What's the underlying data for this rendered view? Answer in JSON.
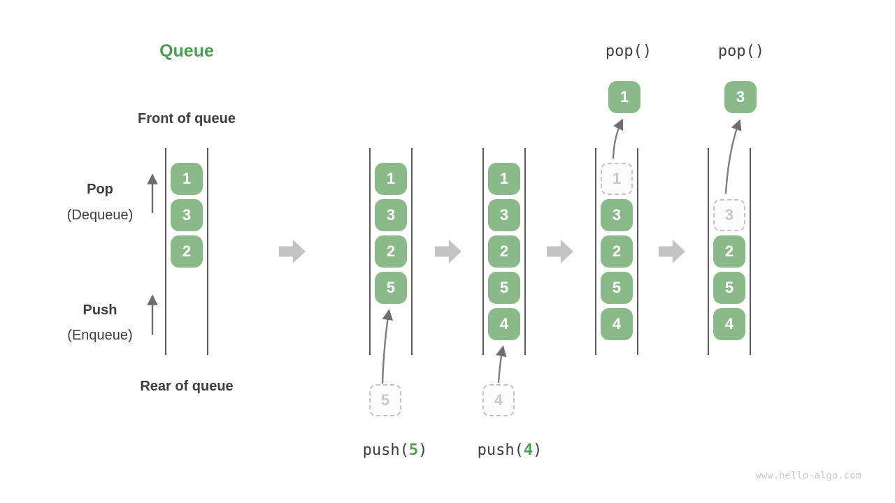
{
  "title": "Queue",
  "labels": {
    "front": "Front of queue",
    "rear": "Rear of queue",
    "pop": "Pop",
    "pop_sub": "(Dequeue)",
    "push": "Push",
    "push_sub": "(Enqueue)"
  },
  "watermark": "www.hello-algo.com",
  "colors": {
    "green_box": "#8aba8a",
    "green_dark": "#4d9e53",
    "dark_text": "#3d3d3d",
    "rail": "#5c5c5c",
    "block_arrow": "#c3c3c3",
    "thin_arrow": "#7d7d7d",
    "ghost_border": "#c5c5c5",
    "ghost_text": "#c9c9c9"
  },
  "stages": [
    {
      "name": "initial",
      "boxes": [
        {
          "value": "1",
          "slot": 0
        },
        {
          "value": "3",
          "slot": 1
        },
        {
          "value": "2",
          "slot": 2
        }
      ]
    },
    {
      "name": "after-push-5",
      "boxes": [
        {
          "value": "1",
          "slot": 0
        },
        {
          "value": "3",
          "slot": 1
        },
        {
          "value": "2",
          "slot": 2
        },
        {
          "value": "5",
          "slot": 3
        }
      ],
      "incoming": {
        "value": "5"
      },
      "op": {
        "func": "push(",
        "arg": "5",
        "close": ")"
      }
    },
    {
      "name": "after-push-4",
      "boxes": [
        {
          "value": "1",
          "slot": 0
        },
        {
          "value": "3",
          "slot": 1
        },
        {
          "value": "2",
          "slot": 2
        },
        {
          "value": "5",
          "slot": 3
        },
        {
          "value": "4",
          "slot": 4
        }
      ],
      "incoming": {
        "value": "4"
      },
      "op": {
        "func": "push(",
        "arg": "4",
        "close": ")"
      }
    },
    {
      "name": "after-pop-1",
      "ghost": {
        "value": "1",
        "slot": 0
      },
      "boxes": [
        {
          "value": "3",
          "slot": 1
        },
        {
          "value": "2",
          "slot": 2
        },
        {
          "value": "5",
          "slot": 3
        },
        {
          "value": "4",
          "slot": 4
        }
      ],
      "popped": "1",
      "op_top": "pop()"
    },
    {
      "name": "after-pop-3",
      "ghost": {
        "value": "3",
        "slot": 1
      },
      "boxes": [
        {
          "value": "2",
          "slot": 2
        },
        {
          "value": "5",
          "slot": 3
        },
        {
          "value": "4",
          "slot": 4
        }
      ],
      "popped": "3",
      "op_top": "pop()"
    }
  ]
}
